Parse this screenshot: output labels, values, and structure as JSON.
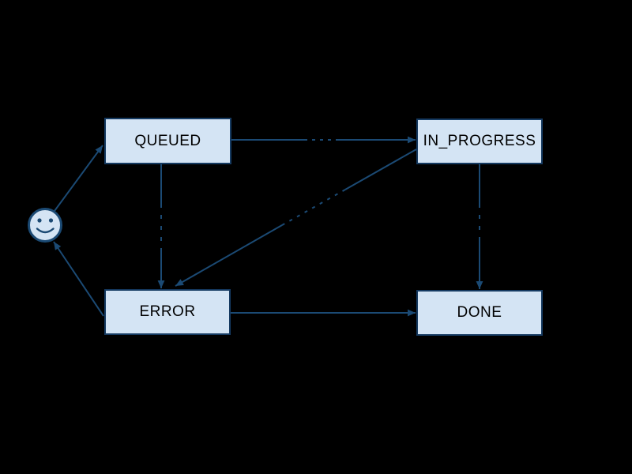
{
  "theme": {
    "background": "#000000",
    "node_fill": "#d4e4f4",
    "node_border": "#153a61",
    "edge_color": "#1b4a74",
    "node_text_color": "#000000"
  },
  "diagram": {
    "type": "state-machine-flowchart",
    "nodes": [
      {
        "id": "QUEUED",
        "label": "QUEUED"
      },
      {
        "id": "IN_PROGRESS",
        "label": "IN_PROGRESS"
      },
      {
        "id": "ERROR",
        "label": "ERROR"
      },
      {
        "id": "DONE",
        "label": "DONE"
      }
    ],
    "start_node": {
      "id": "start",
      "icon": "smiley-face",
      "label": ""
    },
    "edges": [
      {
        "from": "start",
        "to": "QUEUED",
        "label": ""
      },
      {
        "from": "QUEUED",
        "to": "IN_PROGRESS",
        "label": "",
        "label_artifact": "illegible dark text over line"
      },
      {
        "from": "QUEUED",
        "to": "ERROR",
        "label": "",
        "label_artifact": "illegible dark text over line"
      },
      {
        "from": "IN_PROGRESS",
        "to": "ERROR",
        "label": "",
        "label_artifact": "illegible dark text over line"
      },
      {
        "from": "IN_PROGRESS",
        "to": "DONE",
        "label": "",
        "label_artifact": "illegible dark text over line"
      },
      {
        "from": "ERROR",
        "to": "DONE",
        "label": ""
      },
      {
        "from": "ERROR",
        "to": "start",
        "label": ""
      }
    ]
  }
}
